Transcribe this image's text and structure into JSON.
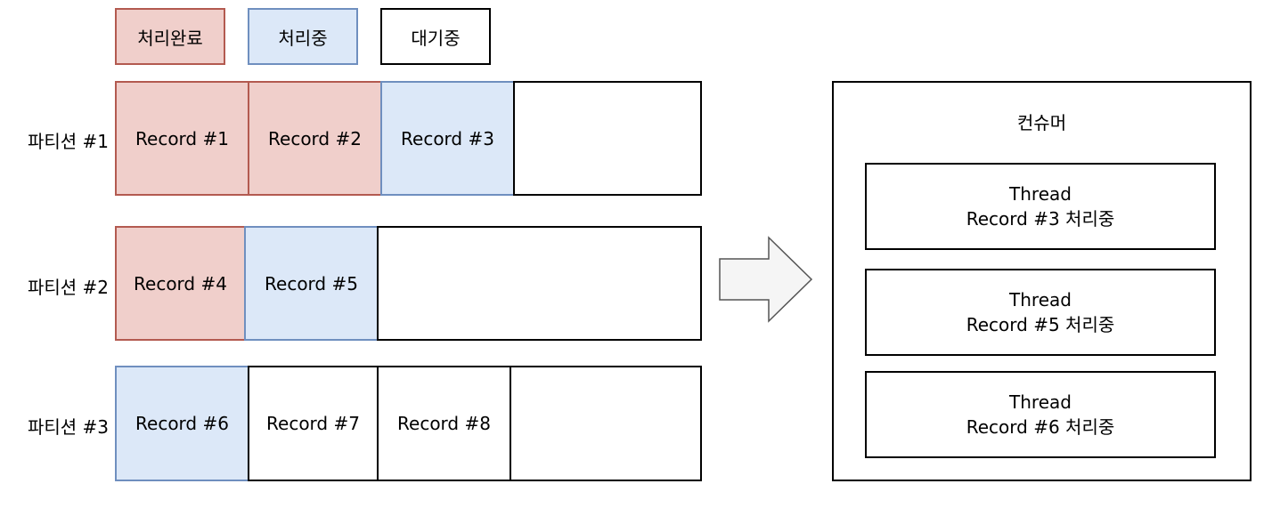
{
  "legend": {
    "done": "처리완료",
    "processing": "처리중",
    "waiting": "대기중"
  },
  "partitions": [
    {
      "label": "파티션 #1",
      "records": [
        "Record #1",
        "Record #2",
        "Record #3"
      ]
    },
    {
      "label": "파티션 #2",
      "records": [
        "Record #4",
        "Record #5"
      ]
    },
    {
      "label": "파티션 #3",
      "records": [
        "Record #6",
        "Record #7",
        "Record #8"
      ]
    }
  ],
  "consumer": {
    "title": "컨슈머",
    "threads": [
      {
        "name": "Thread",
        "status": "Record #3 처리중"
      },
      {
        "name": "Thread",
        "status": "Record #5 처리중"
      },
      {
        "name": "Thread",
        "status": "Record #6 처리중"
      }
    ]
  },
  "colors": {
    "done_fill": "#f0cfcb",
    "done_border": "#b35a50",
    "processing_fill": "#dce8f8",
    "processing_border": "#6f8fbf",
    "waiting_fill": "#ffffff",
    "waiting_border": "#000000"
  }
}
